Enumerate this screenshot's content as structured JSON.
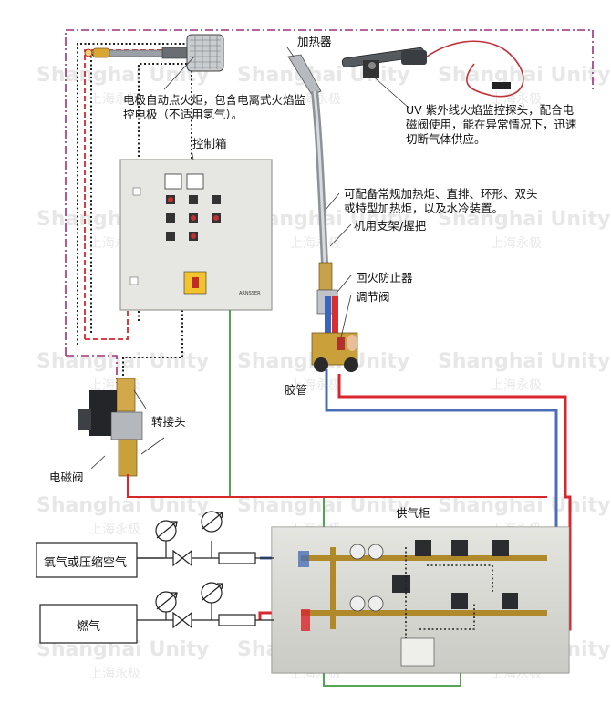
{
  "watermark": {
    "en": "Shanghai Unity",
    "cn": "上海永极"
  },
  "labels": {
    "heater": "加热器",
    "ignition_torch": "电极自动点火炬，包含电离式火焰监控电极（不适用氢气）。",
    "uv_probe": "UV 紫外线火焰监控探头，配合电磁阀使用，能在异常情况下，迅速切断气体供应。",
    "control_box": "控制箱",
    "torch_options": "可配备常规加热炬、直排、环形、双头或特型加热炬，以及水冷装置。",
    "machine_bracket": "机用支架/握把",
    "flashback_arrestor": "回火防止器",
    "regulating_valve": "调节阀",
    "hose": "胶管",
    "adapter": "转接头",
    "solenoid_valve": "电磁阀",
    "gas_cabinet": "供气柜",
    "oxygen_source": "氧气或压缩空气",
    "fuel_source": "燃气"
  },
  "control_box_brand": "ARNSSER",
  "colors": {
    "red_line": "#d8262c",
    "blue_line": "#4a6fb8",
    "green_line": "#3f9a3f",
    "purple_dash": "#a0307a",
    "black_dots": "#222222",
    "panel_grey": "#e2e2dd"
  }
}
